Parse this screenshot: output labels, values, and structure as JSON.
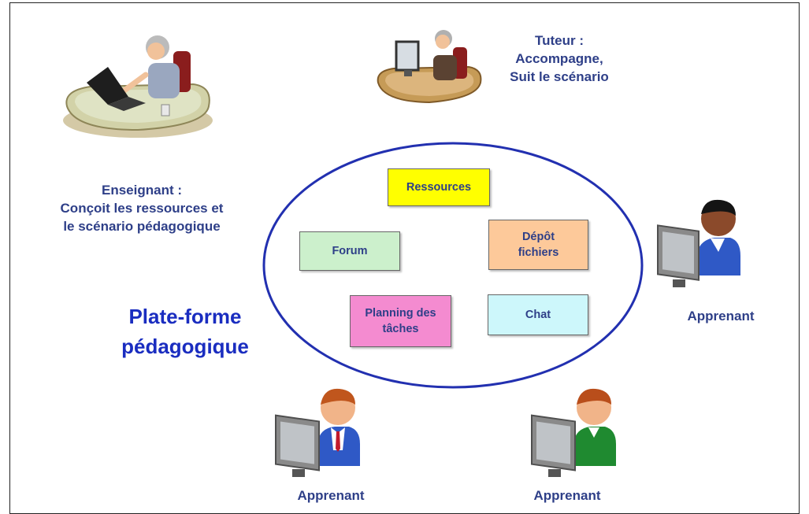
{
  "teacher": {
    "title": "Enseignant :",
    "line1": "Conçoit les ressources et",
    "line2": "le scénario pédagogique"
  },
  "tutor": {
    "title": "Tuteur :",
    "line1": "Accompagne,",
    "line2": "Suit le scénario"
  },
  "platform": {
    "line1": "Plate-forme",
    "line2": "pédagogique"
  },
  "modules": {
    "resources": {
      "label": "Ressources",
      "color": "#ffff00"
    },
    "forum": {
      "label": "Forum",
      "color": "#ccf0cc"
    },
    "file_drop": {
      "line1": "Dépôt",
      "line2": "fichiers",
      "color": "#fdc99a"
    },
    "planning": {
      "line1": "Planning des",
      "line2": "tâches",
      "color": "#f48bd0"
    },
    "chat": {
      "label": "Chat",
      "color": "#cdf7fb"
    }
  },
  "learners": [
    {
      "label": "Apprenant",
      "shirt_color": "#2f59c6"
    },
    {
      "label": "Apprenant",
      "shirt_color": "#2f59c6"
    },
    {
      "label": "Apprenant",
      "shirt_color": "#1f8a30"
    }
  ],
  "colors": {
    "ellipse_stroke": "#2230b0",
    "text_blue": "#2e3f88",
    "platform_blue": "#1a2dc0"
  }
}
